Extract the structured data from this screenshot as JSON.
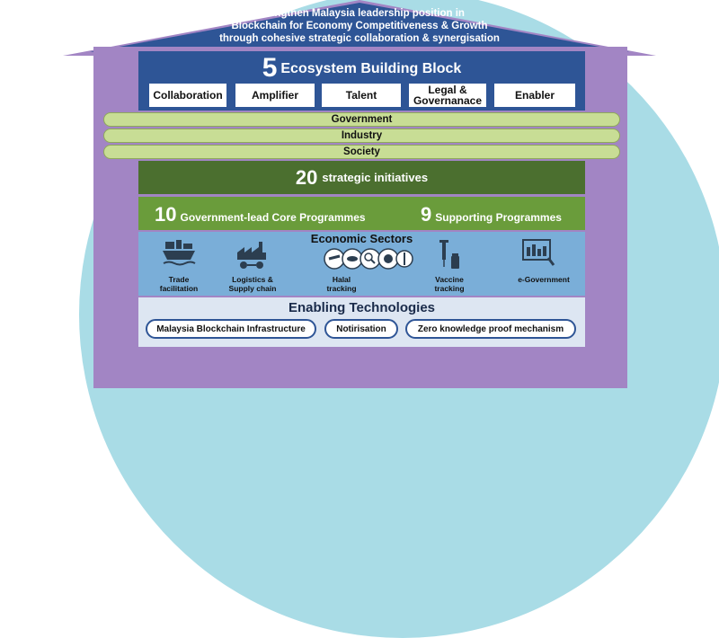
{
  "roof": {
    "line1": "Strengthen Malaysia leadership position in",
    "line2": "Blockchain for Economy Competitiveness & Growth",
    "line3": "through cohesive strategic collaboration & synergisation"
  },
  "ecosystem": {
    "number": "5",
    "title": "Ecosystem Building Block",
    "blocks": [
      "Collaboration",
      "Amplifier",
      "Talent",
      "Legal &",
      "Governanace",
      "Enabler"
    ]
  },
  "stakeholders": [
    "Government",
    "Industry",
    "Society"
  ],
  "initiatives": {
    "number": "20",
    "label": "strategic initiatives"
  },
  "programmes": {
    "core_number": "10",
    "core_label": "Government-lead Core Programmes",
    "support_number": "9",
    "support_label": "Supporting Programmes"
  },
  "economic_sectors": {
    "title": "Economic Sectors",
    "items": [
      {
        "line1": "Trade",
        "line2": "facilitation",
        "icon": "ship-icon"
      },
      {
        "line1": "Logistics &",
        "line2": "Supply chain",
        "icon": "factory-icon"
      },
      {
        "line1": "Halal",
        "line2": "tracking",
        "icon": "halal-food-icon"
      },
      {
        "line1": "Vaccine",
        "line2": "tracking",
        "icon": "vaccine-icon"
      },
      {
        "line1": "e-Government",
        "line2": "",
        "icon": "government-icon"
      }
    ]
  },
  "enabling": {
    "title": "Enabling Technologies",
    "items": [
      "Malaysia Blockchain Infrastructure",
      "Notirisation",
      "Zero knowledge proof mechanism"
    ]
  },
  "colors": {
    "roof": "#2e5596",
    "frame": "#a285c4",
    "navy": "#2e5596",
    "olive": "#4b6f2f",
    "green": "#6a9c3b",
    "econ": "#7aaed8",
    "circle": "#a9dce6"
  }
}
